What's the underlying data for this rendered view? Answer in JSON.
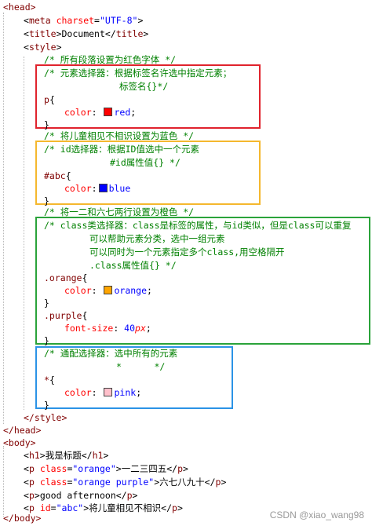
{
  "colors": {
    "red_box": "#e0232d",
    "yellow_box": "#f5b82e",
    "green_box": "#2aa33a",
    "blue_box": "#2b93e6",
    "swatch_red": "#ff0000",
    "swatch_blue": "#0000ff",
    "swatch_orange": "#ffa500",
    "swatch_pink": "#ffc0cb"
  },
  "code": {
    "head_open": "<head>",
    "meta_tag": "meta",
    "meta_attr": "charset",
    "meta_val": "\"UTF-8\"",
    "title_tag": "title",
    "title_text": "Document",
    "style_tag": "style",
    "c_all_p": "/* 所有段落设置为红色字体 */",
    "c_elem_1": "/* 元素选择器：根据标签名许选中指定元素；",
    "c_elem_2": "标签名{}*/",
    "sel_p": "p",
    "prop_color": "color",
    "val_red": "red",
    "c_child": "/* 将儿童相见不相识设置为蓝色 */",
    "c_id_1": "/* id选择器：根据ID值选中一个元素",
    "c_id_2": "#id属性值{} */",
    "sel_abc": "#abc",
    "val_blue": "blue",
    "c_orange": "/* 将一二和六七两行设置为橙色 */",
    "c_class_1": "/* class类选择器：class是标签的属性，与id类似，但是class可以重复",
    "c_class_2": "可以帮助元素分类，选中一组元素",
    "c_class_3": "可以同时为一个元素指定多个class,用空格隔开",
    "c_class_4": ".class属性值{} */",
    "sel_orange": ".orange",
    "val_orange": "orange",
    "sel_purple": ".purple",
    "prop_fontsize": "font-size",
    "num_40": "40",
    "unit_px": "px",
    "c_univ_1": "/* 通配选择器：选中所有的元素",
    "c_univ_2": "*      */",
    "sel_star": "*",
    "val_pink": "pink",
    "style_close": "</style>",
    "head_close": "</head>",
    "body_open": "<body>",
    "h1_tag": "h1",
    "h1_text": "我是标题",
    "p_tag": "p",
    "attr_class": "class",
    "attr_id": "id",
    "val_orange_str": "\"orange\"",
    "p1_text": "一二三四五",
    "val_orange_purple": "\"orange purple\"",
    "p2_text": "六七八九十",
    "p3_text": "good afternoon",
    "val_abc_str": "\"abc\"",
    "p4_text": "将儿童相见不相识",
    "body_close": "</body>"
  },
  "watermark": "CSDN @xiao_wang98"
}
